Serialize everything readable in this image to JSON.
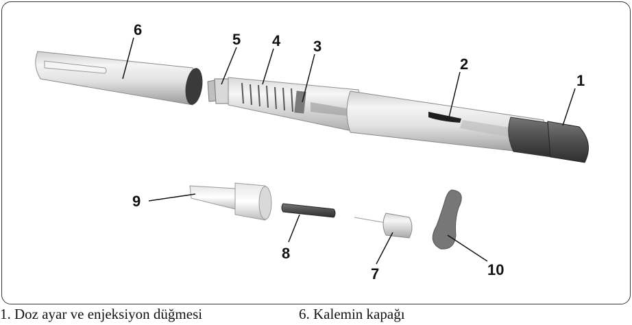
{
  "callouts": [
    "1",
    "2",
    "3",
    "4",
    "5",
    "6",
    "7",
    "8",
    "9",
    "10"
  ],
  "legend": {
    "item1": "1. Doz ayar ve enjeksiyon düğmesi",
    "item6": "6. Kalemin kapağı"
  }
}
